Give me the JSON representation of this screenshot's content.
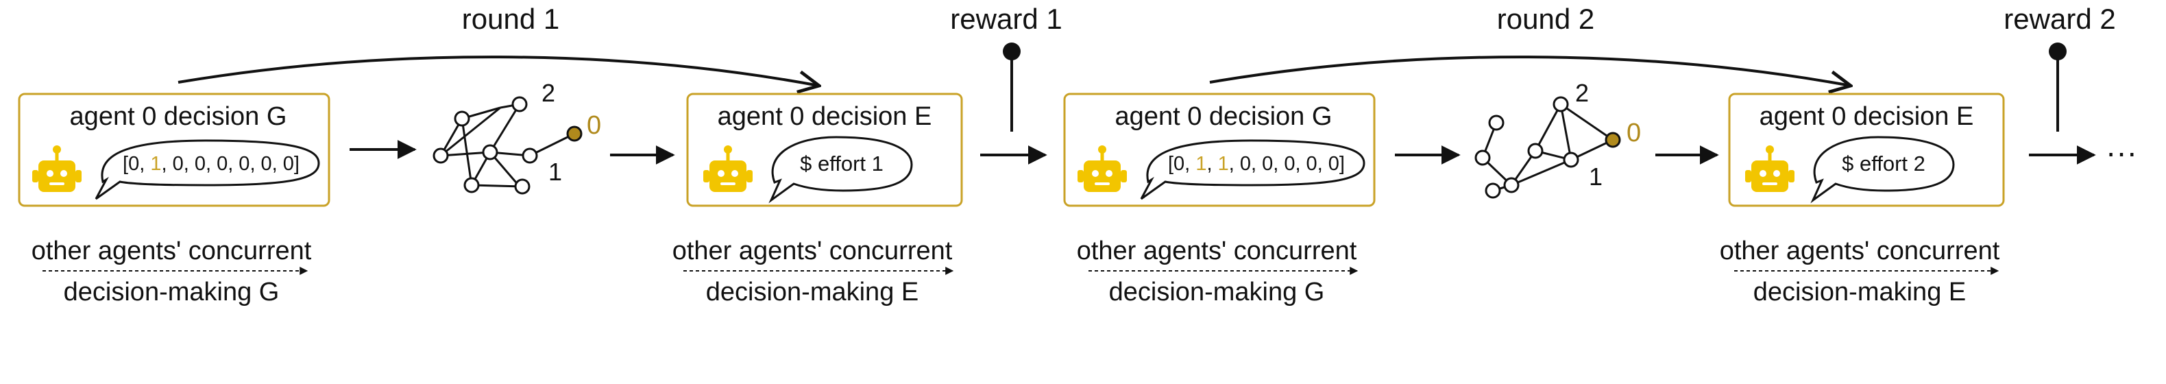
{
  "colors": {
    "accent": "#f2c500",
    "box_border": "#c9a227",
    "selected_node": "#b08a1c",
    "ink": "#111111"
  },
  "rounds": [
    {
      "label": "round 1"
    },
    {
      "label": "round 2"
    }
  ],
  "rewards": [
    {
      "label": "reward 1"
    },
    {
      "label": "reward 2"
    }
  ],
  "boxes": [
    {
      "title": "agent 0 decision G",
      "bubble": [
        "[0, ",
        "1",
        ", 0, 0, 0, 0, 0, 0]"
      ],
      "icon": "robot-icon"
    },
    {
      "title": "agent 0 decision E",
      "bubble": [
        "$ effort 1"
      ],
      "icon": "robot-icon"
    },
    {
      "title": "agent 0 decision G",
      "bubble": [
        "[0, ",
        "1",
        ", ",
        "1",
        ", 0, 0, 0, 0, 0]"
      ],
      "icon": "robot-icon"
    },
    {
      "title": "agent 0 decision E",
      "bubble": [
        "$ effort 2"
      ],
      "icon": "robot-icon"
    }
  ],
  "concurrent": [
    {
      "line1": "other agents' concurrent",
      "line2": "decision-making G"
    },
    {
      "line1": "other agents' concurrent",
      "line2": "decision-making E"
    },
    {
      "line1": "other agents' concurrent",
      "line2": "decision-making G"
    },
    {
      "line1": "other agents' concurrent",
      "line2": "decision-making E"
    }
  ],
  "graphs": [
    {
      "labels": {
        "a": "2",
        "b": "0",
        "c": "1"
      }
    },
    {
      "labels": {
        "a": "2",
        "b": "0",
        "c": "1"
      }
    }
  ],
  "ellipsis": "···"
}
